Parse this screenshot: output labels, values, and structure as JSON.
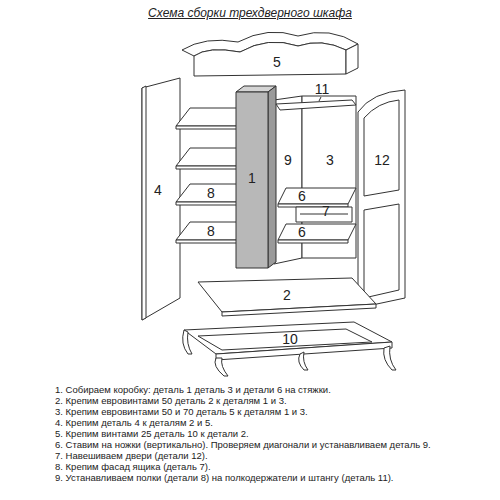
{
  "diagram": {
    "title": "Схема сборки трехдверного шкафа",
    "labels": [
      "5",
      "11",
      "4",
      "9",
      "1",
      "3",
      "12",
      "8",
      "8",
      "6",
      "7",
      "6",
      "2",
      "10",
      "1. Собираем коробку: деталь 1 деталь 3 и детали 6 на стяжки.",
      "2. Крепим евровинтами 50 деталь 2 к деталям 1 и 3.",
      "3. Крепим евровинтами 50 и 70 деталь 5 к деталям 1 и 3.",
      "4. Крепим деталь 4 к деталям 2 и 5.",
      "5. Крепим винтами 25 деталь 10 к детали 2.",
      "6. Ставим на ножки (вертикально). Проверяем диагонали и устанавливаем деталь 9.",
      "7. Навешиваем двери (детали 12).",
      "8. Крепим фасад ящика (деталь 7).",
      "9. Устанавливаем полки (детали 8) на полкодержатели и штангу (деталь 11)."
    ]
  }
}
